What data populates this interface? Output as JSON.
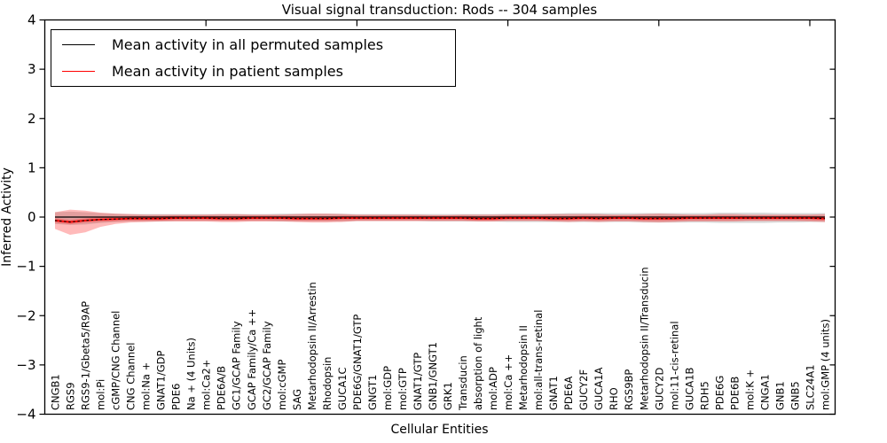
{
  "title": "Visual signal transduction: Rods -- 304 samples",
  "legend": {
    "items": [
      {
        "label": "Mean activity in all permuted samples",
        "color": "#000000"
      },
      {
        "label": "Mean activity in patient samples",
        "color": "#ff0000"
      }
    ]
  },
  "chart_data": {
    "type": "line",
    "title": "Visual signal transduction: Rods -- 304 samples",
    "xlabel": "Cellular Entities",
    "ylabel": "Inferred Activity",
    "ylim": [
      -4,
      4
    ],
    "yticks": [
      4,
      3,
      2,
      1,
      0,
      -1,
      -2,
      -3,
      -4
    ],
    "x_major_tick_every": 10,
    "grid": false,
    "legend_position": "upper left",
    "categories": [
      "CNGB1",
      "RGS9",
      "RGS9-1/Gbeta5/R9AP",
      "mol:Pi",
      "cGMP/CNG Channel",
      "CNG Channel",
      "mol:Na +",
      "GNAT1/GDP",
      "PDE6",
      "Na + (4 Units)",
      "mol:Ca2+",
      "PDE6A/B",
      "GC1/GCAP Family",
      "GCAP Family/Ca ++",
      "GC2/GCAP Family",
      "mol:cGMP",
      "SAG",
      "Metarhodopsin II/Arrestin",
      "Rhodopsin",
      "GUCA1C",
      "PDE6G/GNAT1/GTP",
      "GNGT1",
      "mol:GDP",
      "mol:GTP",
      "GNAT1/GTP",
      "GNB1/GNGT1",
      "GRK1",
      "Transducin",
      "absorption of light",
      "mol:ADP",
      "mol:Ca ++",
      "Metarhodopsin II",
      "mol:all-trans-retinal",
      "GNAT1",
      "PDE6A",
      "GUCY2F",
      "GUCA1A",
      "RHO",
      "RGS9BP",
      "Metarhodopsin II/Transducin",
      "GUCY2D",
      "mol:11-cis-retinal",
      "GUCA1B",
      "RDH5",
      "PDE6G",
      "PDE6B",
      "mol:K +",
      "CNGA1",
      "GNB1",
      "GNB5",
      "SLC24A1",
      "mol:GMP (4 units)"
    ],
    "series": [
      {
        "name": "Mean activity in all permuted samples",
        "color": "#000000",
        "style": "solid",
        "values": [
          0,
          0,
          0,
          0,
          0,
          0,
          0,
          0,
          0,
          0,
          0,
          0,
          0,
          0,
          0,
          0,
          0,
          0,
          0,
          0,
          0,
          0,
          0,
          0,
          0,
          0,
          0,
          0,
          0,
          0,
          0,
          0,
          0,
          0,
          0,
          0,
          0,
          0,
          0,
          0,
          0,
          0,
          0,
          0,
          0,
          0,
          0,
          0,
          0,
          0,
          0,
          0
        ]
      },
      {
        "name": "Mean activity in patient samples",
        "color": "#ff0000",
        "style": "solid",
        "values": [
          -0.07,
          -0.1,
          -0.07,
          -0.05,
          -0.04,
          -0.03,
          -0.03,
          -0.03,
          -0.02,
          -0.02,
          -0.02,
          -0.03,
          -0.03,
          -0.02,
          -0.02,
          -0.02,
          -0.03,
          -0.03,
          -0.03,
          -0.02,
          -0.02,
          -0.02,
          -0.02,
          -0.02,
          -0.02,
          -0.02,
          -0.02,
          -0.02,
          -0.03,
          -0.03,
          -0.02,
          -0.02,
          -0.02,
          -0.03,
          -0.03,
          -0.02,
          -0.03,
          -0.02,
          -0.02,
          -0.03,
          -0.03,
          -0.03,
          -0.02,
          -0.02,
          -0.02,
          -0.02,
          -0.02,
          -0.02,
          -0.02,
          -0.02,
          -0.02,
          -0.03
        ]
      }
    ],
    "bands": [
      {
        "name": "permuted-samples-range",
        "color": "#808080",
        "opacity": 0.3,
        "upper": [
          0.1,
          0.11,
          0.1,
          0.08,
          0.07,
          0.06,
          0.06,
          0.06,
          0.06,
          0.06,
          0.06,
          0.06,
          0.06,
          0.06,
          0.06,
          0.07,
          0.07,
          0.07,
          0.07,
          0.07,
          0.06,
          0.06,
          0.06,
          0.06,
          0.06,
          0.06,
          0.06,
          0.06,
          0.06,
          0.06,
          0.07,
          0.07,
          0.07,
          0.07,
          0.08,
          0.08,
          0.08,
          0.08,
          0.08,
          0.08,
          0.08,
          0.08,
          0.08,
          0.08,
          0.09,
          0.09,
          0.09,
          0.09,
          0.08,
          0.08,
          0.08,
          0.08
        ],
        "lower": [
          -0.14,
          -0.16,
          -0.15,
          -0.12,
          -0.1,
          -0.09,
          -0.09,
          -0.09,
          -0.08,
          -0.08,
          -0.08,
          -0.08,
          -0.08,
          -0.08,
          -0.08,
          -0.09,
          -0.09,
          -0.09,
          -0.09,
          -0.09,
          -0.08,
          -0.08,
          -0.08,
          -0.08,
          -0.08,
          -0.09,
          -0.09,
          -0.09,
          -0.09,
          -0.09,
          -0.1,
          -0.1,
          -0.1,
          -0.1,
          -0.1,
          -0.1,
          -0.1,
          -0.1,
          -0.1,
          -0.11,
          -0.11,
          -0.11,
          -0.11,
          -0.11,
          -0.12,
          -0.12,
          -0.12,
          -0.12,
          -0.11,
          -0.11,
          -0.1,
          -0.1
        ]
      },
      {
        "name": "patient-samples-range",
        "color": "#ff0000",
        "opacity": 0.27,
        "upper": [
          0.1,
          0.15,
          0.13,
          0.09,
          0.07,
          0.06,
          0.05,
          0.05,
          0.05,
          0.05,
          0.05,
          0.06,
          0.06,
          0.05,
          0.05,
          0.05,
          0.06,
          0.07,
          0.07,
          0.06,
          0.05,
          0.05,
          0.05,
          0.05,
          0.05,
          0.04,
          0.04,
          0.05,
          0.05,
          0.05,
          0.05,
          0.05,
          0.05,
          0.06,
          0.06,
          0.06,
          0.06,
          0.05,
          0.05,
          0.06,
          0.07,
          0.06,
          0.05,
          0.05,
          0.06,
          0.06,
          0.05,
          0.05,
          0.05,
          0.05,
          0.05,
          0.06
        ],
        "lower": [
          -0.24,
          -0.36,
          -0.31,
          -0.2,
          -0.14,
          -0.11,
          -0.1,
          -0.09,
          -0.09,
          -0.09,
          -0.09,
          -0.1,
          -0.1,
          -0.09,
          -0.09,
          -0.09,
          -0.1,
          -0.11,
          -0.11,
          -0.1,
          -0.08,
          -0.08,
          -0.08,
          -0.08,
          -0.08,
          -0.08,
          -0.08,
          -0.08,
          -0.09,
          -0.09,
          -0.08,
          -0.08,
          -0.08,
          -0.09,
          -0.1,
          -0.09,
          -0.1,
          -0.09,
          -0.09,
          -0.1,
          -0.11,
          -0.1,
          -0.09,
          -0.09,
          -0.09,
          -0.09,
          -0.08,
          -0.08,
          -0.08,
          -0.08,
          -0.09,
          -0.1
        ]
      },
      {
        "name": "patient-samples-inner-range",
        "color": "#ff0000",
        "opacity": 0.25,
        "halfwidth": 0.045
      }
    ]
  }
}
